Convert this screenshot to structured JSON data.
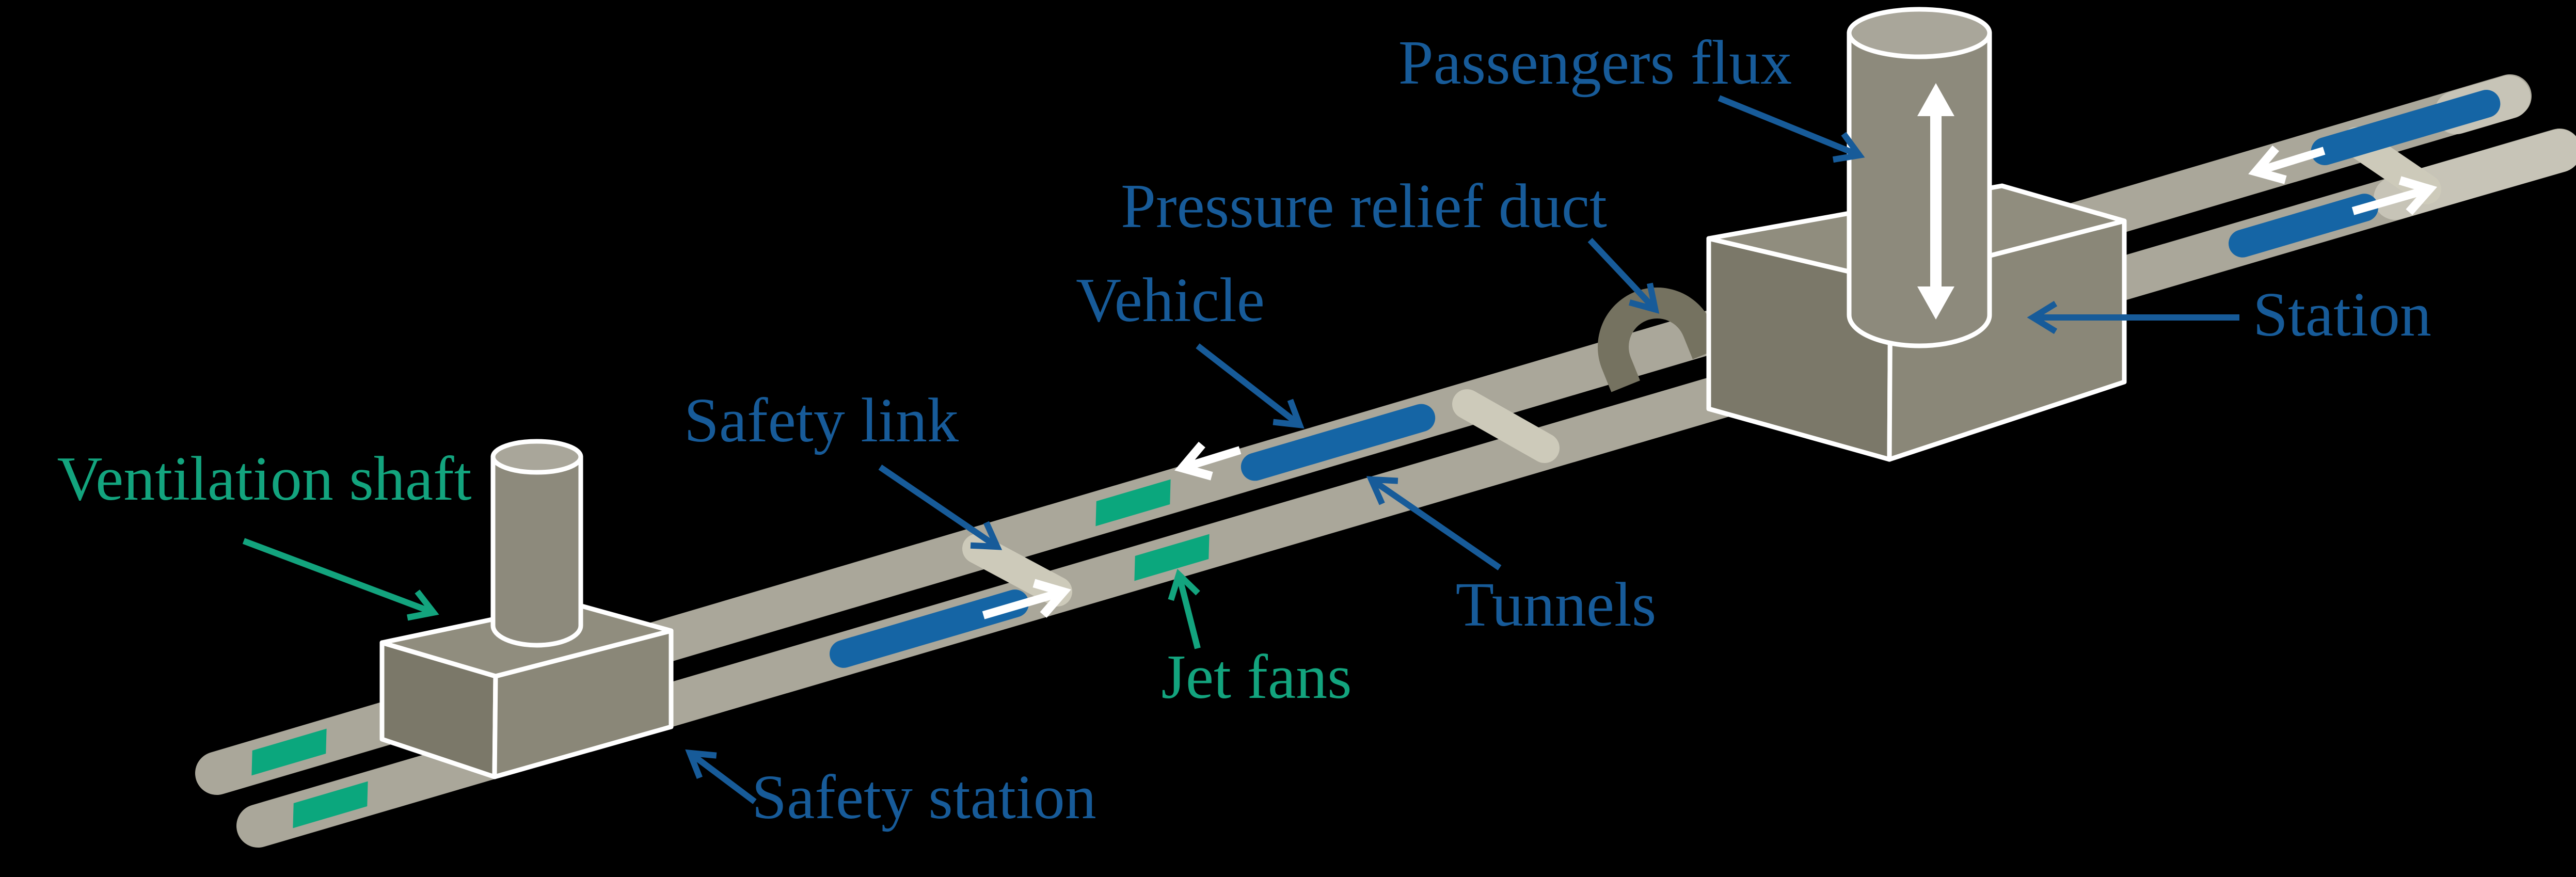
{
  "diagram": {
    "labels": {
      "passengers_flux": "Passengers flux",
      "pressure_relief_duct": "Pressure relief duct",
      "vehicle": "Vehicle",
      "safety_link": "Safety link",
      "ventilation_shaft": "Ventilation shaft",
      "jet_fans": "Jet fans",
      "tunnels": "Tunnels",
      "station": "Station",
      "safety_station": "Safety station"
    },
    "icons": {
      "passenger_flow_double_arrow": "↕",
      "vehicle_direction_left_arrow": "←",
      "vehicle_direction_right_arrow": "→"
    }
  },
  "colors": {
    "background": "#000000",
    "label_blue": "#175b99",
    "label_green": "#13a47e",
    "arrow_white": "#ffffff",
    "vehicle_blue": "#1565a5",
    "tunnel_gray": "#aaa79a",
    "tunnel_light_gray": "#c7c4b7",
    "safety_link_gray": "#cdcaba",
    "jet_fan_green": "#0ba77d",
    "box_top_gray": "#908d7e",
    "box_left_gray": "#7b7869",
    "box_right_gray": "#8a8778",
    "cylinder_gray": "#8d8a7c",
    "cylinder_top_gray": "#a9a69a",
    "duct_gray": "#757260",
    "edge_white": "#ffffff"
  }
}
